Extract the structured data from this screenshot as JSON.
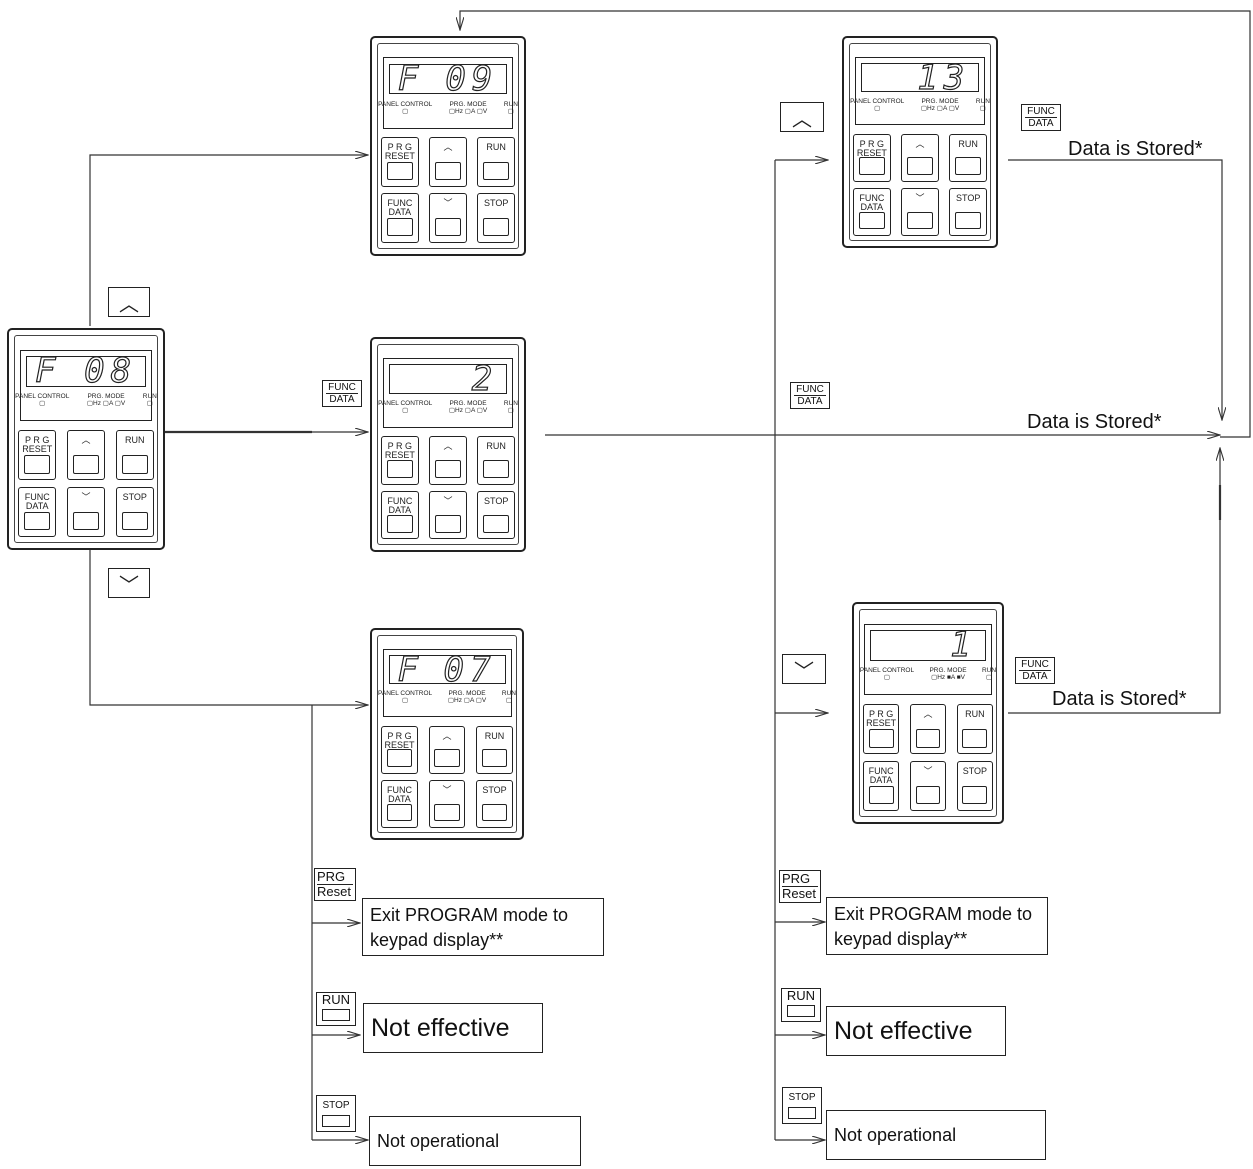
{
  "keypad": {
    "panel_control": "PANEL CONTROL",
    "prg_mode": "PRG. MODE",
    "hz": "Hz",
    "a": "A",
    "v": "V",
    "run_ind": "RUN",
    "prg": "P R G",
    "reset": "RESET",
    "run": "RUN",
    "func": "FUNC",
    "data": "DATA",
    "stop": "STOP"
  },
  "panels": [
    {
      "id": "source",
      "display": [
        "F",
        "08"
      ]
    },
    {
      "id": "up-result",
      "display": [
        "F",
        "09"
      ]
    },
    {
      "id": "func-result",
      "display": [
        "",
        "2"
      ]
    },
    {
      "id": "down-result",
      "display": [
        "F",
        "07"
      ]
    },
    {
      "id": "up-data",
      "display": [
        "",
        "13"
      ]
    },
    {
      "id": "down-data",
      "display": [
        "",
        "1"
      ]
    }
  ],
  "buttons": {
    "func_top": "FUNC",
    "func_bottom": "DATA",
    "prg_top": "PRG",
    "prg_bottom": "Reset",
    "run": "RUN",
    "stop": "STOP"
  },
  "labels": {
    "data_stored_1": "Data is Stored*",
    "data_stored_2": "Data is Stored*",
    "data_stored_3": "Data is Stored*",
    "exit_1": "Exit PROGRAM mode to keypad display**",
    "exit_2": "Exit PROGRAM mode to keypad display**",
    "not_effective_1": "Not effective",
    "not_effective_2": "Not effective",
    "not_operational_1": "Not operational",
    "not_operational_2": "Not operational"
  }
}
